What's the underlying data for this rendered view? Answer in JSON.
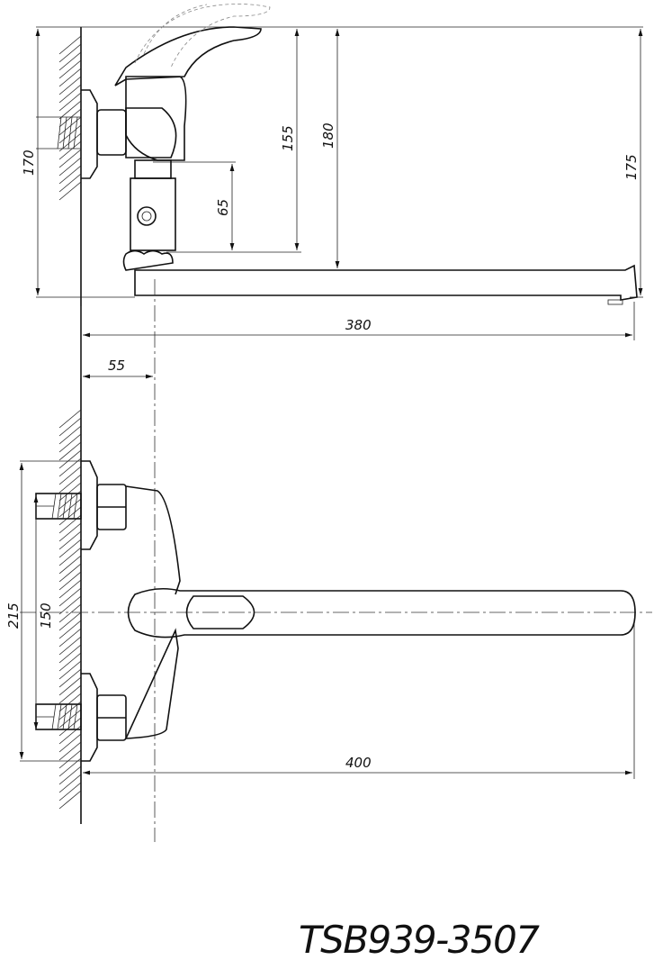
{
  "drawing": {
    "model": "TSB939-3507",
    "side_view_dimensions": {
      "height_wall": "170",
      "handle_top": "155",
      "overall_height": "180",
      "inlet_to_spout": "65",
      "spout_height": "175",
      "spout_reach": "380",
      "wall_offset": "55"
    },
    "front_view_dimensions": {
      "flange_span": "215",
      "inlet_spacing": "150",
      "spout_length": "400"
    }
  }
}
